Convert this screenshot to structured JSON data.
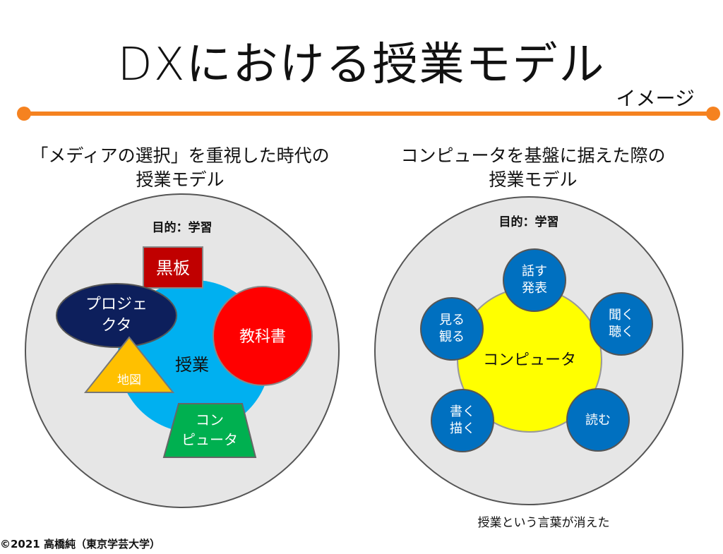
{
  "title": "DXにおける授業モデル",
  "image_label": "イメージ",
  "colors": {
    "accent": "#f58220",
    "outer_circle": "#e6e6e6",
    "center_blue": "#00b0f0",
    "blackboard": "#c00000",
    "projector": "#0d1f5c",
    "textbook": "#ff0000",
    "map": "#ffc000",
    "computer_green": "#00b050",
    "computer_yellow": "#ffff00",
    "activity_blue": "#0070c0"
  },
  "left": {
    "heading_line1": "「メディアの選択」を重視した時代の",
    "heading_line2": "授業モデル",
    "purpose": "目的：学習",
    "center": "授業",
    "blackboard": "黒板",
    "projector_line1": "プロジェ",
    "projector_line2": "クタ",
    "textbook": "教科書",
    "map": "地図",
    "computer_line1": "コン",
    "computer_line2": "ピュータ"
  },
  "right": {
    "heading_line1": "コンピュータを基盤に据えた際の",
    "heading_line2": "授業モデル",
    "purpose": "目的：学習",
    "center": "コンピュータ",
    "activities": [
      {
        "line1": "話す",
        "line2": "発表"
      },
      {
        "line1": "聞く",
        "line2": "聴く"
      },
      {
        "line1": "読む",
        "line2": ""
      },
      {
        "line1": "書く",
        "line2": "描く"
      },
      {
        "line1": "見る",
        "line2": "観る"
      }
    ],
    "footnote": "授業という言葉が消えた"
  },
  "copyright": "©2021 高橋純（東京学芸大学）"
}
